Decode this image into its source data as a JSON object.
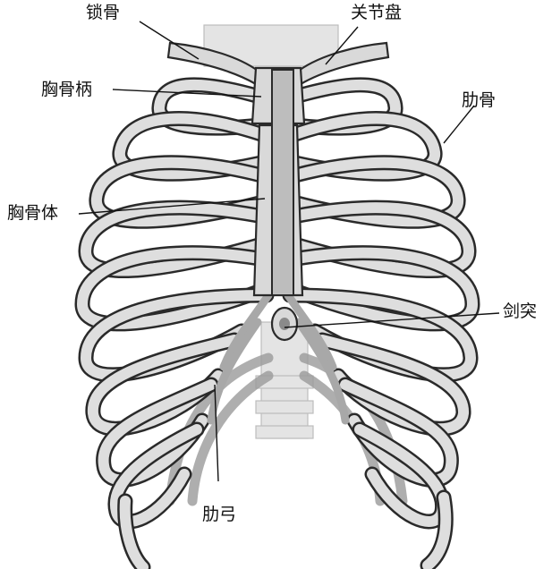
{
  "labels": {
    "clavicle": "锁骨",
    "articular_disc": "关节盘",
    "manubrium": "胸骨柄",
    "rib": "肋骨",
    "sternum_body": "胸骨体",
    "xiphoid": "剑突",
    "costal_arch": "肋弓"
  }
}
